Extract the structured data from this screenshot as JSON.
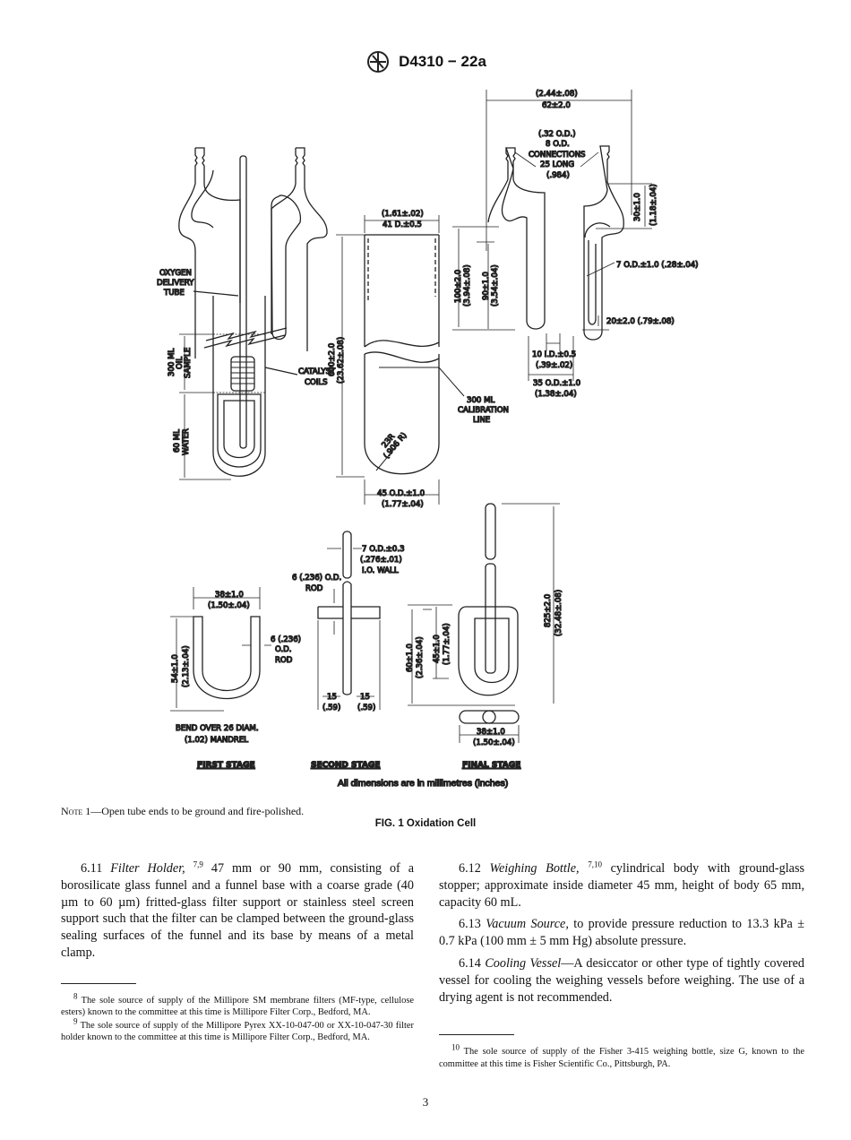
{
  "header": {
    "title": "D4310 − 22a",
    "logo": "ASTM"
  },
  "figure": {
    "labels": {
      "oxygen1": "OXYGEN",
      "oxygen2": "DELIVERY",
      "oxygen3": "TUBE",
      "oil1": "300 ML",
      "oil2": "OIL",
      "oil3": "SAMPLE",
      "cat1": "CATALYST",
      "cat2": "COILS",
      "water1": "60 ML",
      "water2": "WATER",
      "d41a": "(1.61±.02)",
      "d41b": "41 D.±0.5",
      "d600a": "600±2.0",
      "d600b": "(23.62±.08)",
      "cal1": "300 ML",
      "cal2": "CALIBRATION",
      "cal3": "LINE",
      "r23a": "23R",
      "r23b": "(.906 R)",
      "d45a": "45 O.D.±1.0",
      "d45b": "(1.77±.04)",
      "d62a": "(2.44±.08)",
      "d62b": "62±2.0",
      "conn1": "(.32 O.D.)",
      "conn2": "8 O.D.",
      "conn3": "CONNECTIONS",
      "conn4": "25 LONG",
      "conn5": "(.984)",
      "d30a": "30±1.0",
      "d30b": "(1.18±.04)",
      "d100a": "100±2.0",
      "d100b": "(3.94±.08)",
      "d90a": "90±1.0",
      "d90b": "(3.54±.04)",
      "d7": "7 O.D.±1.0 (.28±.04)",
      "d20": "20±2.0 (.79±.08)",
      "d10a": "10 I.D.±0.5",
      "d10b": "(.39±.02)",
      "d35a": "35 O.D.±1.0",
      "d35b": "(1.38±.04)",
      "d7b1": "7 O.D.±0.3",
      "d7b2": "(.276±.01)",
      "d7b3": "I.O. WALL",
      "rod1": "6 (.236) O.D.",
      "rod2": "ROD",
      "d38a": "38±1.0",
      "d38b": "(1.50±.04)",
      "rodb1": "6 (.236)",
      "rodb2": "O.D.",
      "rodb3": "ROD",
      "d54a": "54±1.0",
      "d54b": "(2.13±.04)",
      "d15a": "15",
      "d15b": "(.59)",
      "d15c": "15",
      "d15d": "(.59)",
      "d60a": "60±1.0",
      "d60b": "(2.36±.04)",
      "d45c": "45±1.0",
      "d45d": "(1.77±.04)",
      "d825a": "825±2.0",
      "d825b": "(32.48±.08)",
      "d38c": "38±1.0",
      "d38d": "(1.50±.04)",
      "bend1": "BEND OVER 26 DIAM.",
      "bend2": "(1.02) MANDREL",
      "stage1": "FIRST STAGE",
      "stage2": "SECOND STAGE",
      "stage3": "FINAL STAGE",
      "alldim": "All dimensions are in millimetres (inches)"
    }
  },
  "note": {
    "label": "Note 1",
    "text": "—Open tube ends to be ground and fire-polished."
  },
  "caption": "FIG. 1 Oxidation Cell",
  "left_column": {
    "p1": {
      "num": "6.11",
      "term": "Filter Holder,",
      "sup": "7,9",
      "text": " 47 mm or 90 mm, consisting of a borosilicate glass funnel and a funnel base with a coarse grade (40 µm to 60 µm) fritted-glass filter support or stainless steel screen support such that the filter can be clamped between the ground-glass sealing surfaces of the funnel and its base by means of a metal clamp."
    },
    "footnotes": [
      {
        "num": "8",
        "text": "The sole source of supply of the Millipore SM membrane filters (MF-type, cellulose esters) known to the committee at this time is Millipore Filter Corp., Bedford, MA."
      },
      {
        "num": "9",
        "text": "The sole source of supply of the Millipore Pyrex XX-10-047-00 or XX-10-047-30 filter holder known to the committee at this time is Millipore Filter Corp., Bedford, MA."
      }
    ]
  },
  "right_column": {
    "p1": {
      "num": "6.12",
      "term": "Weighing Bottle,",
      "sup": "7,10",
      "text": " cylindrical body with ground-glass stopper; approximate inside diameter 45 mm, height of body 65 mm, capacity 60 mL."
    },
    "p2": {
      "num": "6.13",
      "term": "Vacuum Source,",
      "text": " to provide pressure reduction to 13.3 kPa ± 0.7 kPa (100 mm ± 5 mm Hg) absolute pressure."
    },
    "p3": {
      "num": "6.14",
      "term": "Cooling Vessel",
      "text": "—A desiccator or other type of tightly covered vessel for cooling the weighing vessels before weighing. The use of a drying agent is not recommended."
    },
    "footnotes": [
      {
        "num": "10",
        "text": "The sole source of supply of the Fisher 3-415 weighing bottle, size G, known to the committee at this time is Fisher Scientific Co., Pittsburgh, PA."
      }
    ]
  },
  "page_number": "3"
}
